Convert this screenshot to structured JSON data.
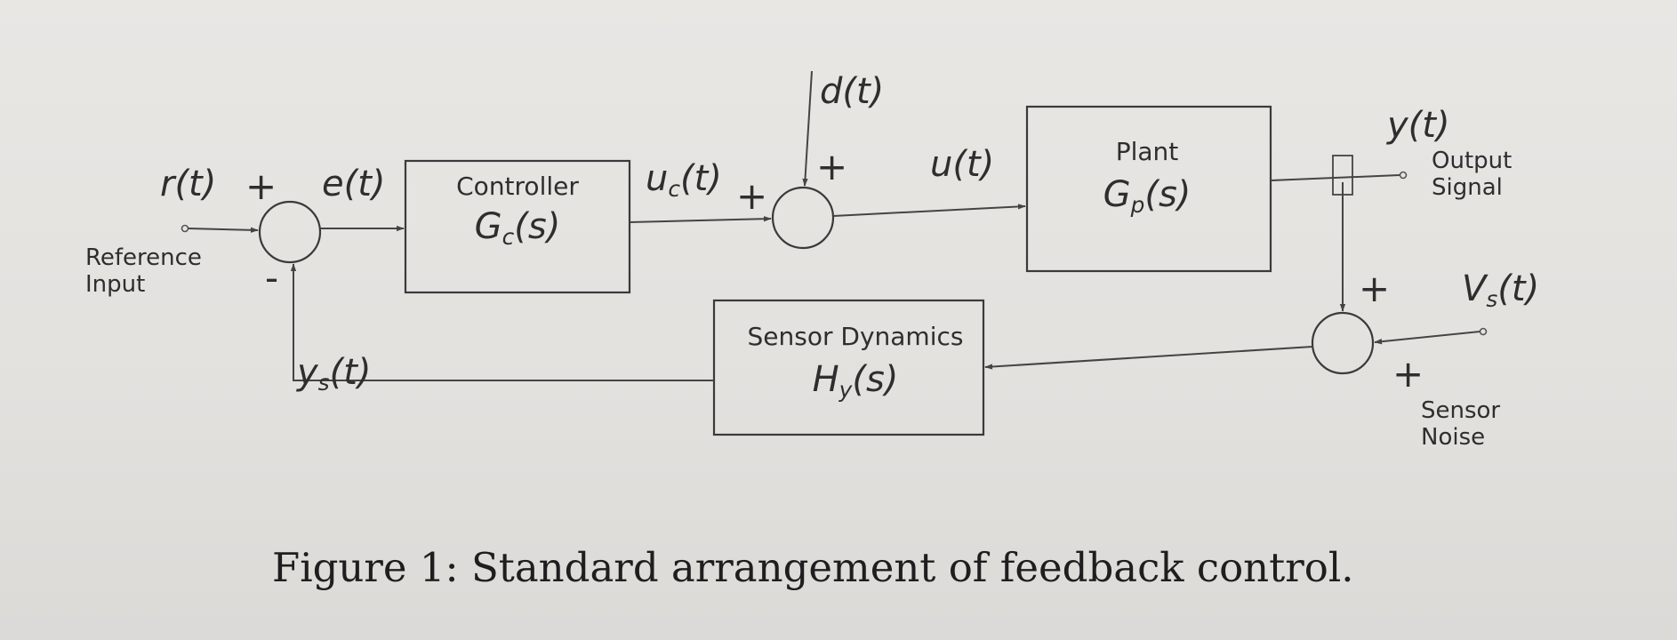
{
  "signals": {
    "r_t": "r(t)",
    "e_t": "e(t)",
    "d_t": "d(t)",
    "u_t": "u(t)",
    "y_t": "y(t)",
    "vs": {
      "main": "V",
      "sub": "s",
      "tail": "(t)"
    },
    "uc": {
      "main": "u",
      "sub": "c",
      "tail": "(t)"
    },
    "ys": {
      "main": "y",
      "sub": "s",
      "tail": "(t)"
    }
  },
  "signs": {
    "sum1_top": "+",
    "sum1_bottom": "-",
    "sum2_left": "+",
    "sum2_top": "+",
    "sum3_top": "+",
    "sum3_right": "+"
  },
  "labels": {
    "reference_input": "Reference\nInput",
    "output_signal": "Output\nSignal",
    "sensor_noise": "Sensor\nNoise"
  },
  "blocks": {
    "controller": {
      "name": "Controller",
      "tf": {
        "main": "G",
        "sub": "c",
        "tail": "(s)"
      }
    },
    "plant": {
      "name": "Plant",
      "tf": {
        "main": "G",
        "sub": "p",
        "tail": "(s)"
      }
    },
    "sensor": {
      "name": "Sensor Dynamics",
      "tf": {
        "main": "H",
        "sub": "y",
        "tail": "(s)"
      }
    }
  },
  "caption": "Figure 1: Standard arrangement of feedback control."
}
